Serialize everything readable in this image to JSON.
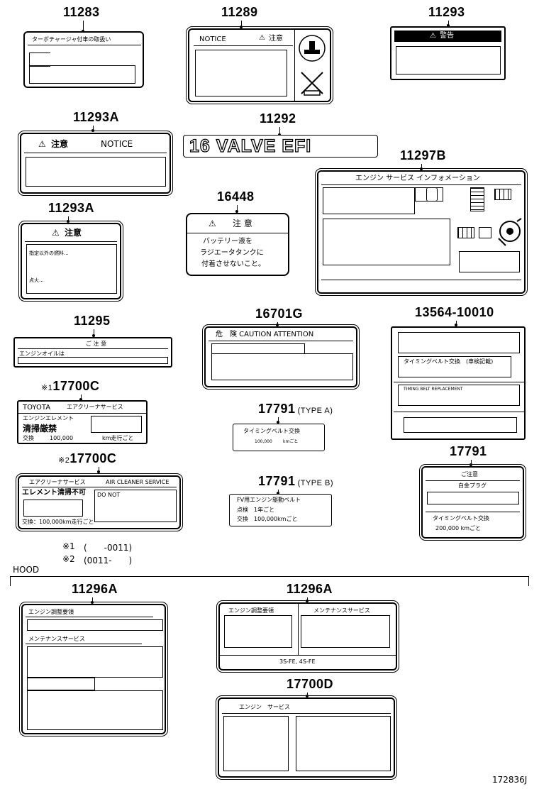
{
  "parts": {
    "p11283": "11283",
    "p11289": "11289",
    "p11293": "11293",
    "p11293a_1": "11293A",
    "p11292": "11292",
    "p11297b": "11297B",
    "p16448": "16448",
    "p11293a_2": "11293A",
    "p11295": "11295",
    "p16701g": "16701G",
    "p13564": "13564-10010",
    "p17700c_1": "17700C",
    "p17791a": "17791",
    "p17791": "17791",
    "p17700c_2": "17700C",
    "p17791b": "17791",
    "p11296a_1": "11296A",
    "p11296a_2": "11296A",
    "p17700d": "17700D"
  },
  "marks": {
    "note1": "※1",
    "note2": "※2"
  },
  "types": {
    "a": "(TYPE A)",
    "b": "(TYPE B)"
  },
  "labels": {
    "l11283_title": "ターボチャージャ付車の取扱い",
    "l11289_notice": "NOTICE",
    "l11289_caution": "注意",
    "l11293_header": "警告",
    "l11293a1_header": "注意",
    "l11293a1_notice": "NOTICE",
    "l11292_text": "16 VALVE EFI",
    "l11297b_title": "エンジン サービス インフォメーション",
    "l16448_title": "注 意",
    "l16448_line1": "バッテリー液を",
    "l16448_line2": "ラジエータタンクに",
    "l16448_line3": "付着させないこと。",
    "l11293a2_header": "注意",
    "l11293a2_row1": "指定以外の燃料...",
    "l11293a2_row2": "点火...",
    "l11295_title": "ご 注 意",
    "l11295_row": "エンジンオイルは",
    "l16701g_title": "危　険 CAUTION ATTENTION",
    "l13564_row1": "タイミングベルト交換",
    "l13564_row1b": "(車検記載)",
    "l13564_row2": "TIMING BELT REPLACEMENT",
    "l17700c1_brand": "TOYOTA",
    "l17700c1_title": "エアクリーナサービス",
    "l17700c1_row1": "エンジンエレメント",
    "l17700c1_row2": "清掃厳禁",
    "l17700c1_row3a": "交換",
    "l17700c1_row3b": "100,000",
    "l17700c1_row3c": "km走行ごと",
    "l17791a_line1": "タイミングベルト交換",
    "l17791a_line2a": "100,000",
    "l17791a_line2b": "kmごと",
    "l17791_title": "ご注意",
    "l17791_row1": "白金プラグ",
    "l17791_row2": "タイミングベルト交換",
    "l17791_row3": "200,000 kmごと",
    "l17700c2_title1": "エアクリーナサービス",
    "l17700c2_title2": "AIR CLEANER SERVICE",
    "l17700c2_row1": "エレメント清掃不可",
    "l17700c2_row1b": "DO NOT",
    "l17700c2_row2": "交換：100,000km走行ごと",
    "l17791b_line1": "FV用エンジン駆動ベルト",
    "l17791b_line2": "点検　1年ごと",
    "l17791b_line3": "交換　100,000kmごと",
    "l11296a1_title": "エンジン調整要領",
    "l11296a1_row": "メンテナンスサービス",
    "l11296a2_left": "エンジン調整要領",
    "l11296a2_right": "メンテナンスサービス",
    "l11296a2_foot": "3S-FE, 4S-FE",
    "l17700d_title": "エンジン　サービス"
  },
  "notes": {
    "n1_mark": "※1",
    "n1_text": "(　　-0011)",
    "n2_mark": "※2",
    "n2_text": "(0011-　　)"
  },
  "section": {
    "hood": "HOOD"
  },
  "figure_id": "172836J"
}
